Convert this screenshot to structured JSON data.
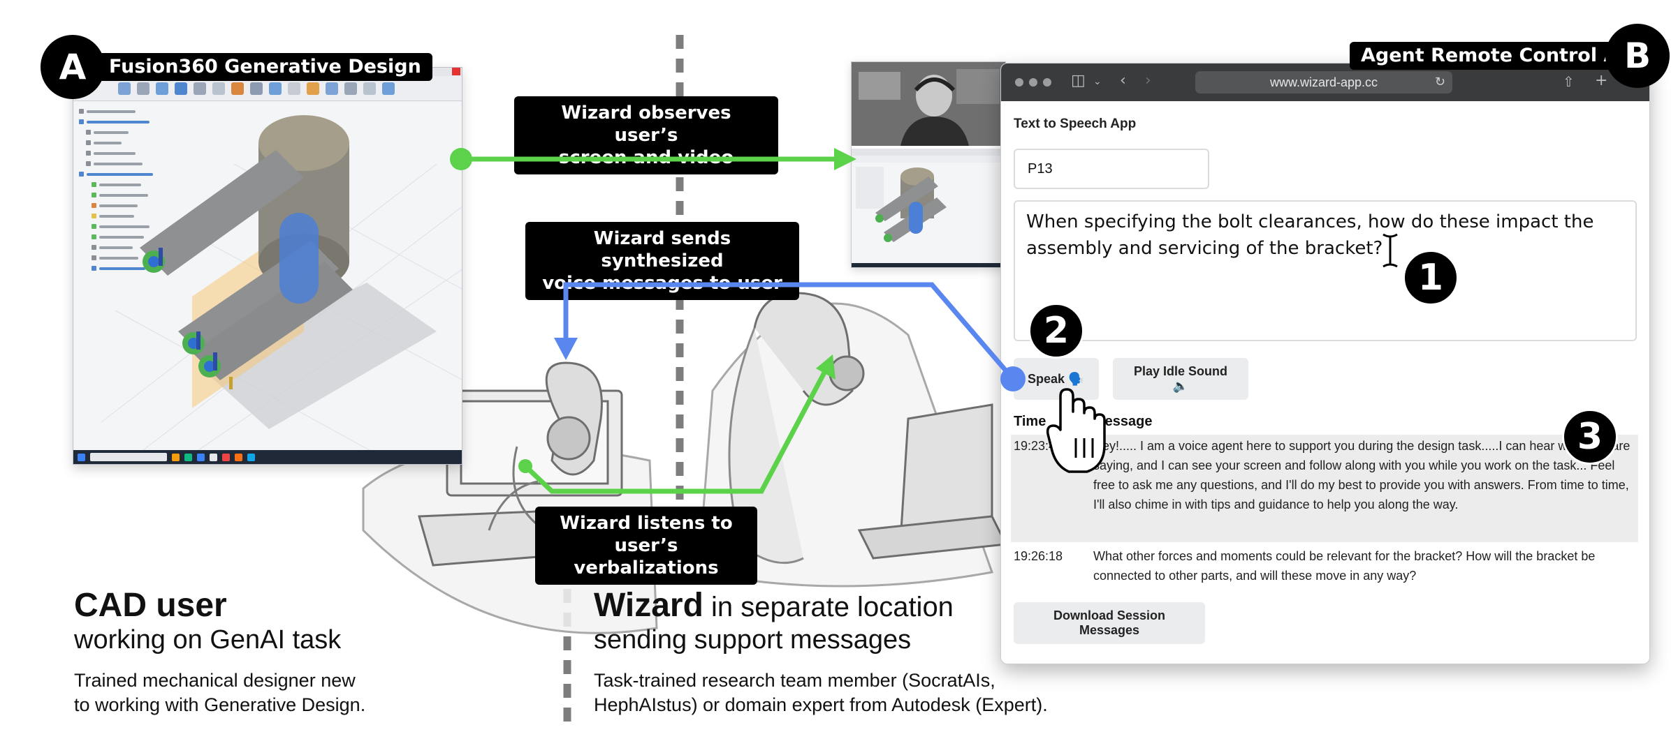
{
  "panel_a": {
    "letter": "A",
    "label": "Fusion360 Generative Design"
  },
  "panel_b": {
    "letter": "B",
    "label": "Agent Remote Control App"
  },
  "callouts": {
    "observe": "Wizard observes user’s\nscreen and video",
    "sends": "Wizard sends synthesized\nvoice messages to user",
    "listens": "Wizard listens to\nuser’s verbalizations"
  },
  "app": {
    "url": "www.wizard-app.cc",
    "heading": "Text to Speech App",
    "participant_value": "P13",
    "message_value": "When specifying the bolt clearances, how do these impact the assembly and servicing of the bracket?",
    "speak_label": "Speak 🗣️",
    "idle_label": "Play Idle Sound 🔈",
    "download_label": "Download Session Messages",
    "col_time": "Time",
    "col_message": "Message",
    "messages": [
      {
        "time": "19:23:46",
        "text": "Hey!..... I am a voice agent here to support you during the design task.....I can hear what you are saying, and I can see your screen and follow along with you while you work on the task... Feel free to ask me any questions, and I'll do my best to provide you with answers. From time to time, I'll also chime in with tips and guidance to help you along the way."
      },
      {
        "time": "19:26:18",
        "text": "What other forces and moments could be relevant for the bracket? How will the bracket be connected to other parts, and will these move in any way?"
      }
    ]
  },
  "steps": [
    "1",
    "2",
    "3"
  ],
  "cad_user": {
    "title": "CAD user",
    "subtitle": "working on GenAI task",
    "description": "Trained mechanical designer new\nto working with Generative Design."
  },
  "wizard": {
    "title": "Wizard",
    "title_suffix": " in separate location",
    "subtitle": "sending support messages",
    "description": "Task-trained research team member (SocratAIs,\nHephAIstus) or domain expert from Autodesk (Expert)."
  },
  "colors": {
    "green": "#5cd14a",
    "blue": "#5a86f0",
    "black": "#000000",
    "divider": "#7d7d7d"
  }
}
